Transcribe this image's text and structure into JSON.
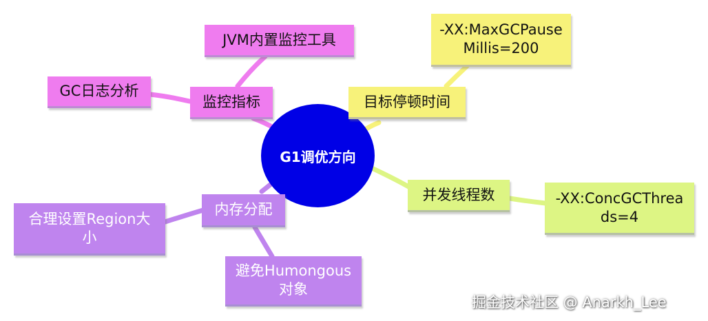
{
  "mindmap": {
    "center": "G1调优方向",
    "branches": {
      "monitor": {
        "label": "监控指标",
        "children": [
          "JVM内置监控工具",
          "GC日志分析"
        ]
      },
      "pause": {
        "label": "目标停顿时间",
        "children": [
          "-XX:MaxGCPause Millis=200"
        ]
      },
      "threads": {
        "label": "并发线程数",
        "children": [
          "-XX:ConcGCThrea ds=4"
        ]
      },
      "memory": {
        "label": "内存分配",
        "children": [
          "合理设置Region大 小",
          "避免Humongous 对象"
        ]
      }
    }
  },
  "watermark": "掘金技术社区 @ Anarkh_Lee",
  "colors": {
    "center": "#0000e6",
    "pink": "#ef7cef",
    "yellow": "#f7f27a",
    "green": "#ddf584",
    "purple": "#bf84ee"
  }
}
